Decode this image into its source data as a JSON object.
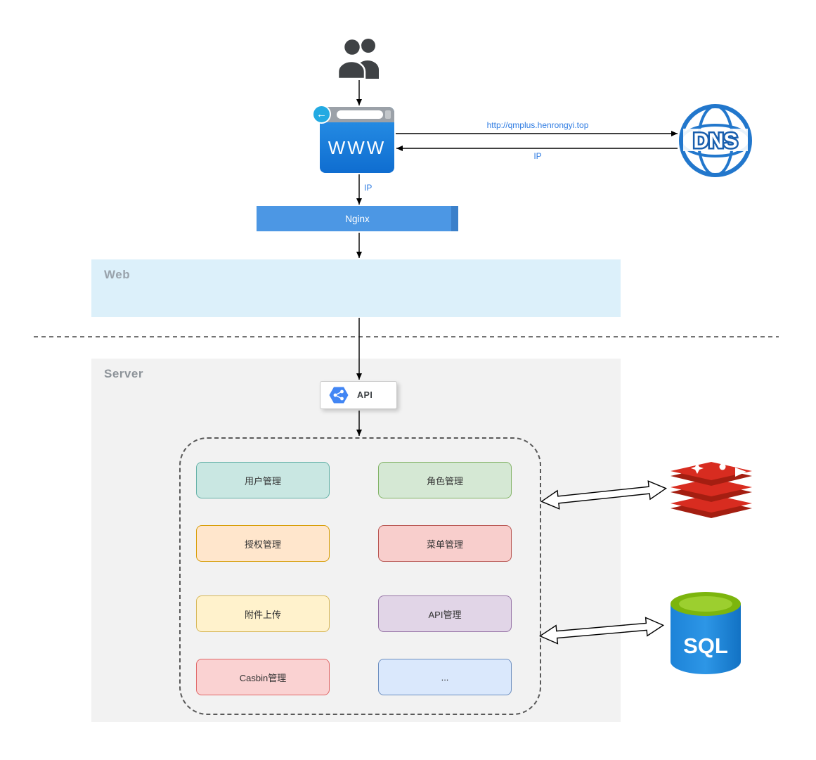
{
  "zones": {
    "web": {
      "label": "Web",
      "bg": "#dcf0fa",
      "label_color": "#99a3ac"
    },
    "server": {
      "label": "Server",
      "bg": "#f2f2f2",
      "label_color": "#8d9399"
    }
  },
  "nodes": {
    "users": {
      "icon": "users-icon"
    },
    "browser": {
      "label": "WWW",
      "icon": "browser-window-icon",
      "back_glyph": "←",
      "bg": "#1678d6"
    },
    "dns": {
      "label": "DNS",
      "icon": "dns-globe-icon",
      "accent": "#2277cc"
    },
    "nginx": {
      "label": "Nginx",
      "bg": "#4c97e4"
    },
    "api": {
      "label": "API",
      "icon": "api-hexagon-icon",
      "accent": "#4286f4"
    },
    "redis": {
      "icon": "redis-database-icon",
      "accent": "#d82c20"
    },
    "sql": {
      "label": "SQL",
      "icon": "sql-database-icon",
      "body_color": "#1d83d8",
      "top_color": "#7cb50d"
    }
  },
  "edges": {
    "browser_to_dns": {
      "label": "http://qmplus.henrongyi.top"
    },
    "dns_to_browser": {
      "label": "IP"
    },
    "browser_to_nginx": {
      "label": "IP"
    },
    "label_color": "#2f7ce2"
  },
  "modules": [
    {
      "label": "用户管理",
      "fill": "#c9e7e2",
      "stroke": "#63b0a6"
    },
    {
      "label": "角色管理",
      "fill": "#d5e8d4",
      "stroke": "#82b366"
    },
    {
      "label": "授权管理",
      "fill": "#ffe6cc",
      "stroke": "#d79b00"
    },
    {
      "label": "菜单管理",
      "fill": "#f8cecc",
      "stroke": "#b85450"
    },
    {
      "label": "附件上传",
      "fill": "#fff2cc",
      "stroke": "#d6b656"
    },
    {
      "label": "API管理",
      "fill": "#e1d5e7",
      "stroke": "#9673a6"
    },
    {
      "label": "Casbin管理",
      "fill": "#fad2d2",
      "stroke": "#e06666"
    },
    {
      "label": "...",
      "fill": "#dae8fc",
      "stroke": "#6c8ebf"
    }
  ]
}
